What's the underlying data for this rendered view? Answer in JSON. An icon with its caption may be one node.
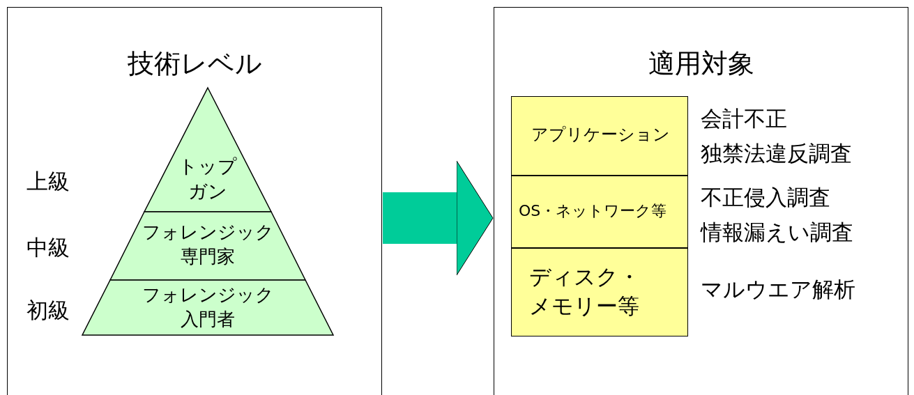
{
  "diagram": {
    "nodes": [
      {
        "text": [
          "技術レベル"
        ]
      },
      {
        "text": [
          "トップガン"
        ],
        "in": 0,
        "beside": [
          "上級"
        ]
      },
      {
        "text": [
          "フォレンジック専門家"
        ],
        "in": 0,
        "beside": [
          "中級"
        ]
      },
      {
        "text": [
          "フォレンジック入門者"
        ],
        "in": 0,
        "beside": [
          "初級"
        ]
      },
      {
        "text": [
          "適用対象"
        ]
      },
      {
        "text": [
          "アプリケーション"
        ],
        "in": 4,
        "beside": [
          "会計不正",
          "独禁法違反調査"
        ]
      },
      {
        "text": [
          "OS・ネットワーク等"
        ],
        "in": 4,
        "beside": [
          "不正侵入調査",
          "情報漏えい調査"
        ]
      },
      {
        "text": [
          "ディスク・メモリー等"
        ],
        "in": 4,
        "beside": [
          "マルウエア解析"
        ]
      }
    ],
    "edges": [
      {
        "from": 0,
        "to": 4,
        "arrow": "to"
      }
    ]
  }
}
